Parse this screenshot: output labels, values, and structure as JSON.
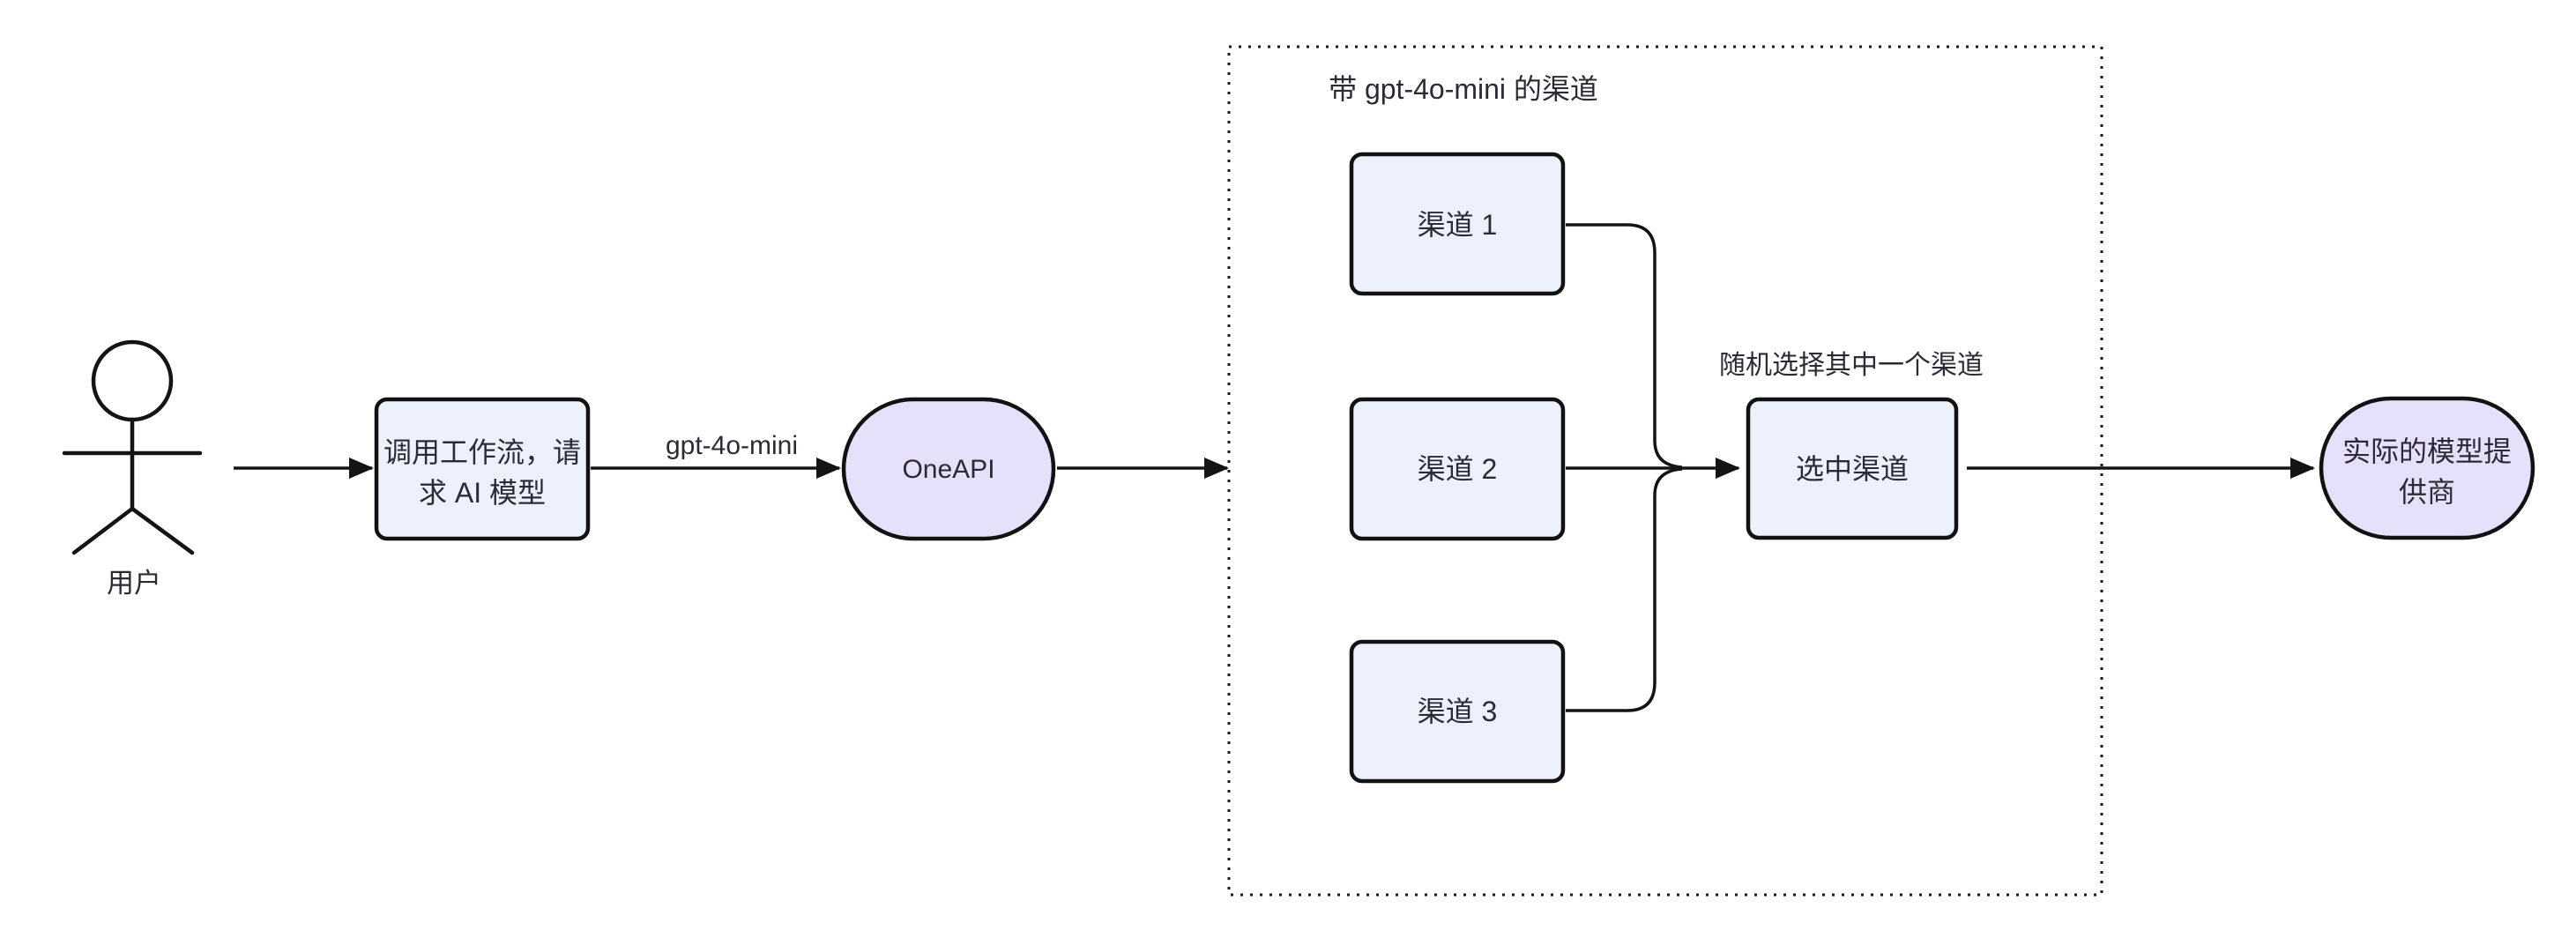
{
  "diagram": {
    "actor": {
      "label": "用户"
    },
    "nodes": {
      "workflow": {
        "line1": "调用工作流，请",
        "line2": "求 AI 模型"
      },
      "oneapi": {
        "label": "OneAPI"
      },
      "channel1": {
        "label": "渠道 1"
      },
      "channel2": {
        "label": "渠道 2"
      },
      "channel3": {
        "label": "渠道 3"
      },
      "selected": {
        "label": "选中渠道"
      },
      "provider": {
        "line1": "实际的模型提",
        "line2": "供商"
      }
    },
    "labels": {
      "edge_model": "gpt-4o-mini",
      "random_pick": "随机选择其中一个渠道",
      "container_title": "带 gpt-4o-mini 的渠道"
    },
    "colors": {
      "background": "#ffffff",
      "node_fill": "#edf1fb",
      "stadium_fill": "#e7e0fa",
      "stroke": "#141414",
      "text": "#2b2b36"
    }
  }
}
